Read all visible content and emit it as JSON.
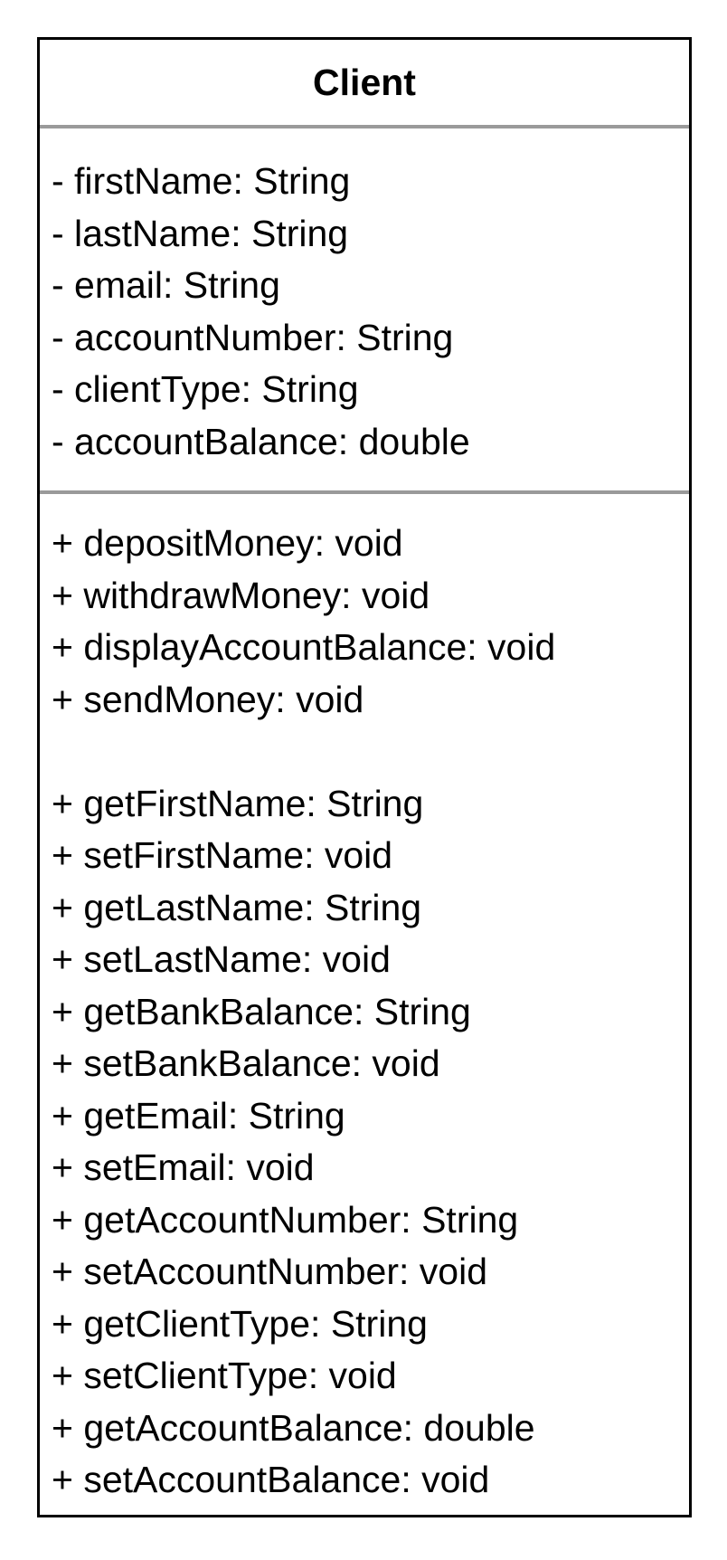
{
  "class": {
    "name": "Client",
    "attributes": [
      "- firstName: String",
      "- lastName: String",
      "- email: String",
      "- accountNumber: String",
      "- clientType: String",
      "- accountBalance: double"
    ],
    "operations": [
      "+ depositMoney: void",
      "+ withdrawMoney: void",
      "+ displayAccountBalance: void",
      "+ sendMoney: void",
      "",
      "+ getFirstName: String",
      "+ setFirstName: void",
      "+ getLastName: String",
      "+ setLastName: void",
      "+ getBankBalance: String",
      "+ setBankBalance: void",
      "+ getEmail: String",
      "+ setEmail: void",
      "+ getAccountNumber: String",
      "+ setAccountNumber: void",
      "+ getClientType: String",
      "+ setClientType: void",
      "+ getAccountBalance: double",
      "+ setAccountBalance: void"
    ]
  }
}
